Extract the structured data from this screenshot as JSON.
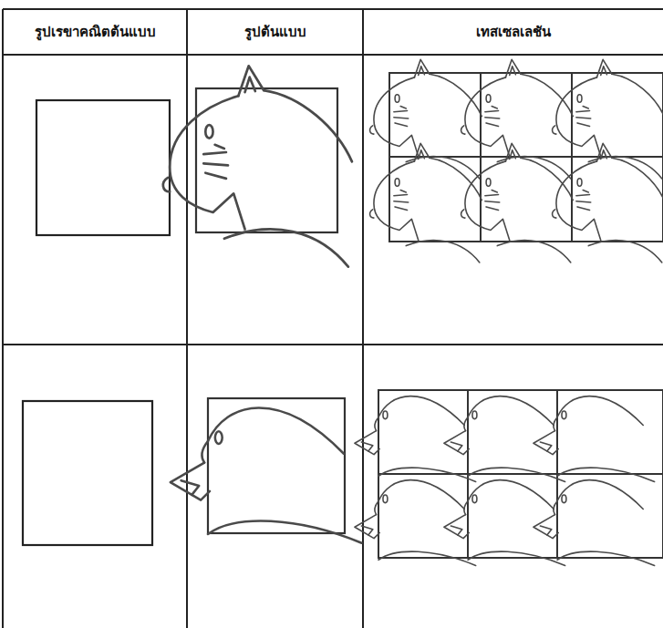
{
  "diagram": {
    "labels": [
      "รูปเรขาคณิตต้นแบบ",
      "รูปต้นแบบ",
      "เทสเซลเลชัน"
    ]
  }
}
